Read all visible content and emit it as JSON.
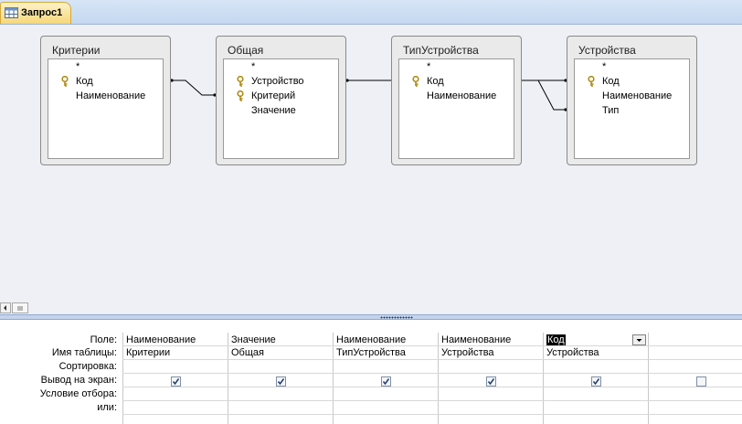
{
  "tab": {
    "label": "Запрос1"
  },
  "tables": [
    {
      "name": "Критерии",
      "fields": [
        {
          "name": "*",
          "key": false
        },
        {
          "name": "Код",
          "key": true
        },
        {
          "name": "Наименование",
          "key": false
        }
      ]
    },
    {
      "name": "Общая",
      "fields": [
        {
          "name": "*",
          "key": false
        },
        {
          "name": "Устройство",
          "key": true
        },
        {
          "name": "Критерий",
          "key": true
        },
        {
          "name": "Значение",
          "key": false
        }
      ]
    },
    {
      "name": "ТипУстройства",
      "fields": [
        {
          "name": "*",
          "key": false
        },
        {
          "name": "Код",
          "key": true
        },
        {
          "name": "Наименование",
          "key": false
        }
      ]
    },
    {
      "name": "Устройства",
      "fields": [
        {
          "name": "*",
          "key": false
        },
        {
          "name": "Код",
          "key": true
        },
        {
          "name": "Наименование",
          "key": false
        },
        {
          "name": "Тип",
          "key": false
        }
      ]
    }
  ],
  "grid": {
    "row_labels": [
      "Поле:",
      "Имя таблицы:",
      "Сортировка:",
      "Вывод на экран:",
      "Условие отбора:",
      "или:"
    ],
    "columns": [
      {
        "field": "Наименование",
        "table": "Критерии",
        "show": true
      },
      {
        "field": "Значение",
        "table": "Общая",
        "show": true
      },
      {
        "field": "Наименование",
        "table": "ТипУстройства",
        "show": true
      },
      {
        "field": "Наименование",
        "table": "Устройства",
        "show": true
      },
      {
        "field": "Код",
        "table": "Устройства",
        "show": true
      },
      {
        "field": "",
        "table": "",
        "show": false
      }
    ]
  }
}
